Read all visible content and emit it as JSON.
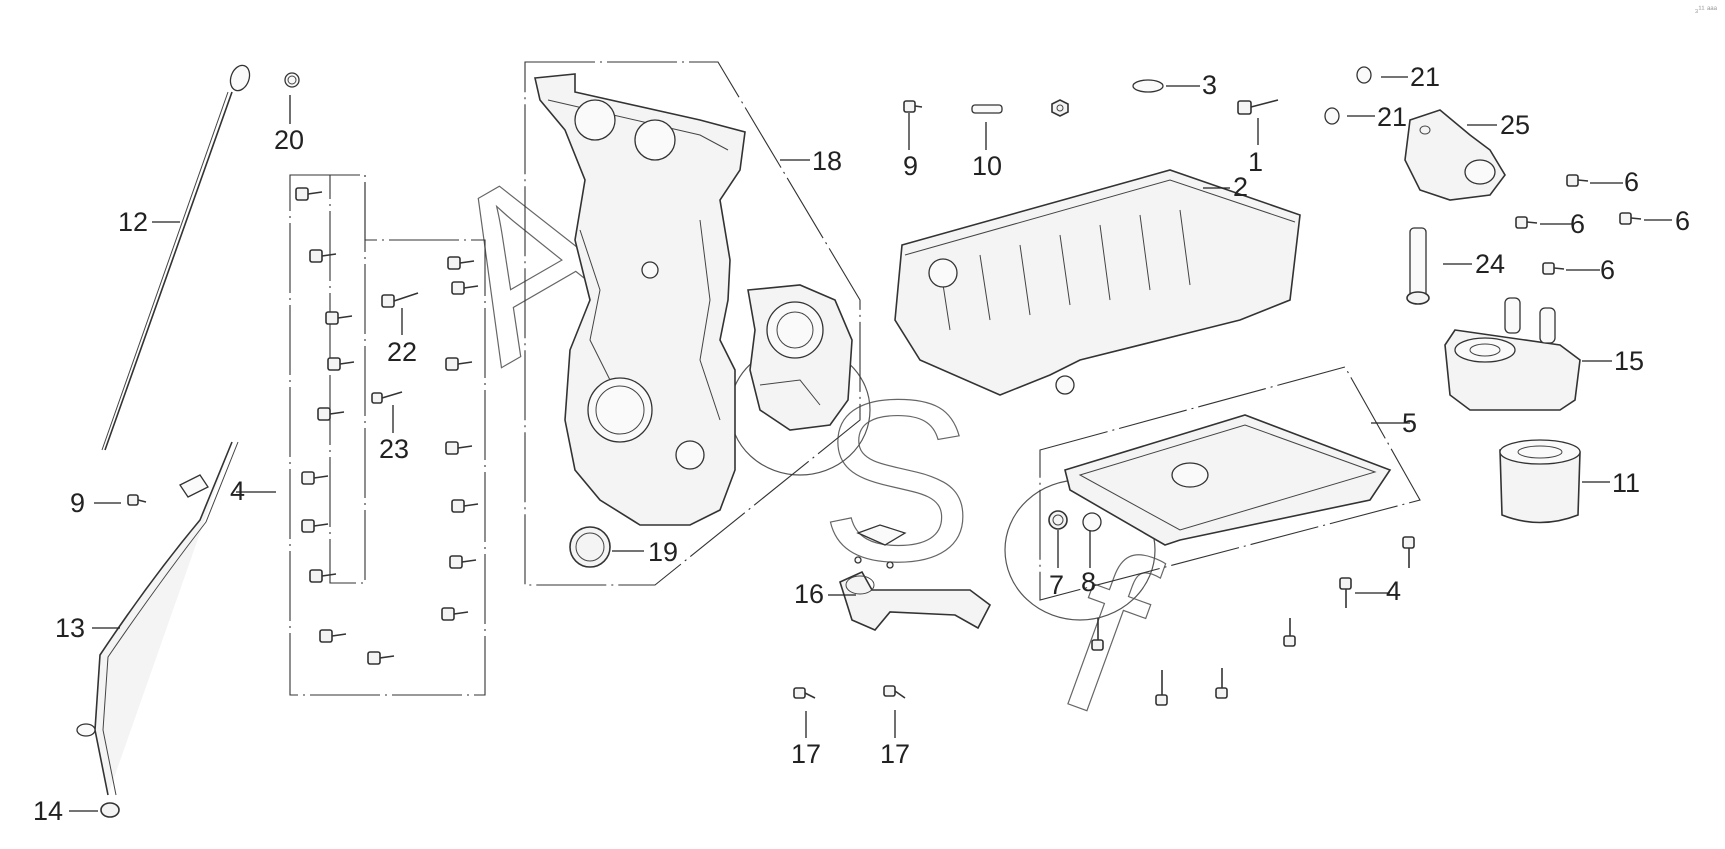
{
  "diagram": {
    "corner_mark": "₃¹¹ ᵃᵃᵃ",
    "watermark": [
      "A",
      "S",
      "f"
    ],
    "callouts": [
      {
        "id": "c1",
        "label": "1"
      },
      {
        "id": "c2",
        "label": "2"
      },
      {
        "id": "c3",
        "label": "3"
      },
      {
        "id": "c4a",
        "label": "4"
      },
      {
        "id": "c4b",
        "label": "4"
      },
      {
        "id": "c5",
        "label": "5"
      },
      {
        "id": "c6a",
        "label": "6"
      },
      {
        "id": "c6b",
        "label": "6"
      },
      {
        "id": "c6c",
        "label": "6"
      },
      {
        "id": "c6d",
        "label": "6"
      },
      {
        "id": "c7",
        "label": "7"
      },
      {
        "id": "c8",
        "label": "8"
      },
      {
        "id": "c9a",
        "label": "9"
      },
      {
        "id": "c9b",
        "label": "9"
      },
      {
        "id": "c10",
        "label": "10"
      },
      {
        "id": "c11",
        "label": "11"
      },
      {
        "id": "c12",
        "label": "12"
      },
      {
        "id": "c13",
        "label": "13"
      },
      {
        "id": "c14",
        "label": "14"
      },
      {
        "id": "c15",
        "label": "15"
      },
      {
        "id": "c16",
        "label": "16"
      },
      {
        "id": "c17a",
        "label": "17"
      },
      {
        "id": "c17b",
        "label": "17"
      },
      {
        "id": "c18",
        "label": "18"
      },
      {
        "id": "c19",
        "label": "19"
      },
      {
        "id": "c20",
        "label": "20"
      },
      {
        "id": "c21a",
        "label": "21"
      },
      {
        "id": "c21b",
        "label": "21"
      },
      {
        "id": "c22",
        "label": "22"
      },
      {
        "id": "c23",
        "label": "23"
      },
      {
        "id": "c24",
        "label": "24"
      },
      {
        "id": "c25",
        "label": "25"
      }
    ]
  }
}
